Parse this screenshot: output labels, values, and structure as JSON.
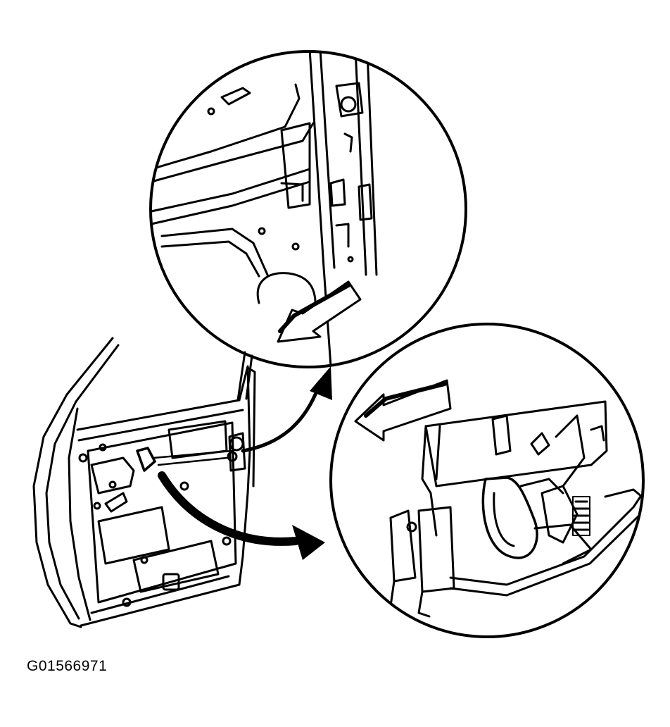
{
  "figure": {
    "id_label": "G01566971"
  },
  "colors": {
    "ink": "#000000",
    "paper": "#ffffff"
  },
  "parts": {
    "door_panel": "door-inner-panel",
    "upper_detail": "upper-magnified-detail",
    "lower_detail": "lower-magnified-detail"
  }
}
